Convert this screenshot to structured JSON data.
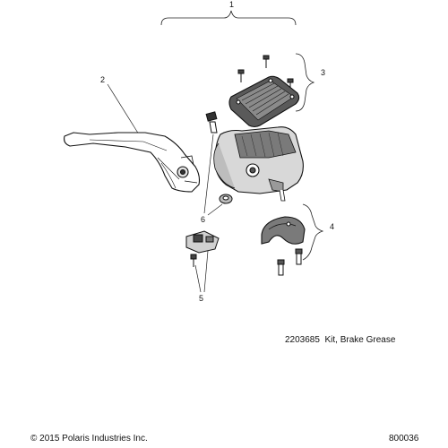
{
  "callouts": {
    "c1": "1",
    "c2": "2",
    "c3": "3",
    "c4": "4",
    "c5": "5",
    "c6": "6"
  },
  "note": {
    "part_number": "2203685",
    "description": "Kit, Brake Grease"
  },
  "footer": {
    "copyright": "© 2015 Polaris Industries Inc.",
    "figure_number": "800036"
  }
}
